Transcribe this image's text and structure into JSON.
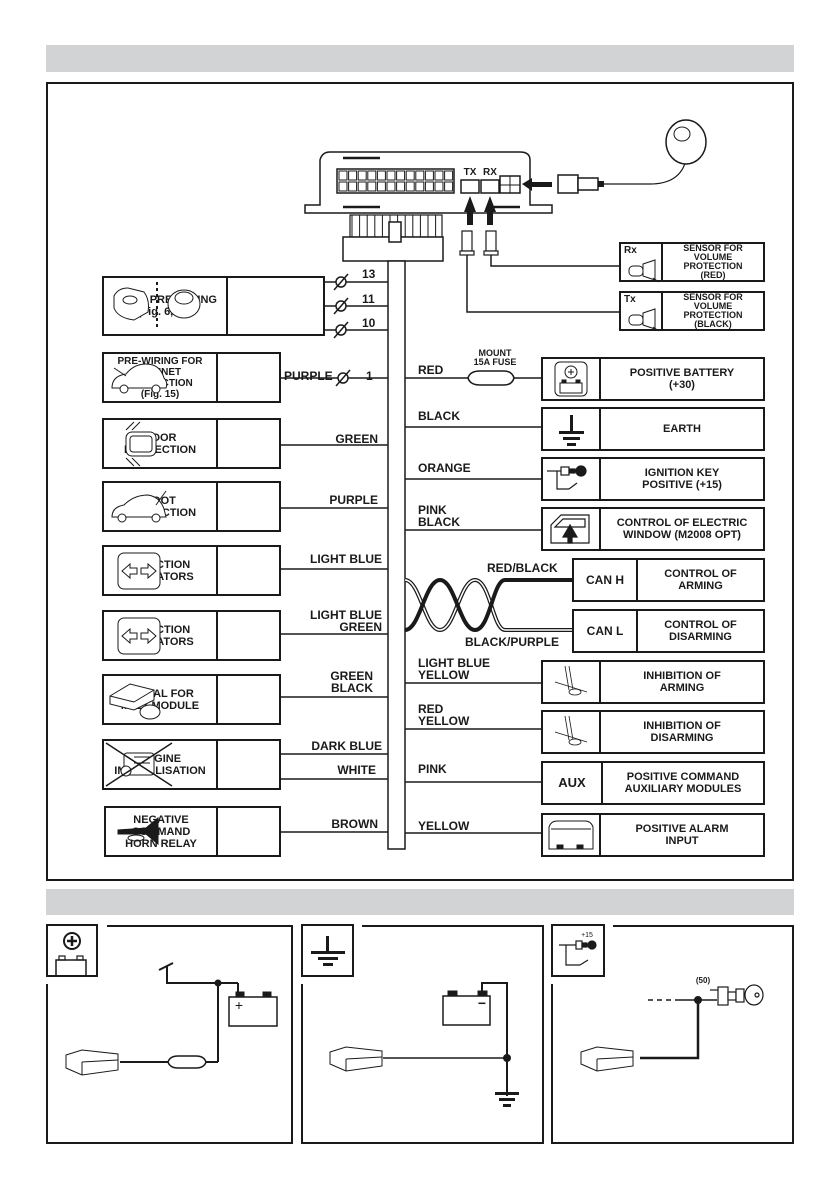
{
  "header_band": {
    "label": ""
  },
  "main_unit": {
    "tx_label": "TX",
    "rx_label": "RX"
  },
  "sensors": [
    {
      "tag": "Rx",
      "label": "SENSOR FOR\nVOLUME\nPROTECTION\n(RED)",
      "icon": "ultrasonic-sensor-icon"
    },
    {
      "tag": "Tx",
      "label": "SENSOR FOR\nVOLUME\nPROTECTION\n(BLACK)",
      "icon": "ultrasonic-sensor-icon"
    }
  ],
  "left_devices": [
    {
      "label": "SIREN PRE-WIRING\n(Fig. 6,7,8)",
      "icon": "siren-icon",
      "wires": [
        "13",
        "11",
        "10"
      ]
    },
    {
      "label": "PRE-WIRING FOR\nBONNET\nPROTECTION\n(Fig. 15)",
      "icon": "car-bonnet-icon",
      "wire": "PURPLE",
      "pin": "1"
    },
    {
      "label": "DOOR\nPROTECTION",
      "icon": "car-doors-icon",
      "wire": "GREEN"
    },
    {
      "label": "BOOT\nPROTECTION",
      "icon": "car-boot-icon",
      "wire": "PURPLE"
    },
    {
      "label": "DIRECTION\nINDICATORS",
      "icon": "direction-arrows-icon",
      "wire": "LIGHT BLUE"
    },
    {
      "label": "DIRECTION\nINDICATORS",
      "icon": "direction-arrows-icon",
      "wire": "LIGHT BLUE\nGREEN"
    },
    {
      "label": "SIGNAL FOR\nM327 MODULE",
      "icon": "module-icon",
      "wire": "GREEN\nBLACK"
    },
    {
      "label": "ENGINE\nIMMOBILISATION",
      "icon": "engine-crossed-icon",
      "wires": [
        "DARK BLUE",
        "WHITE"
      ]
    },
    {
      "label": "NEGATIVE\nCOMMAND\nHORN RELAY",
      "icon": "horn-icon",
      "wire": "BROWN"
    }
  ],
  "right_devices": [
    {
      "wire": "RED",
      "fuse": "MOUNT\n15A FUSE",
      "icon": "battery-positive-icon",
      "label": "POSITIVE BATTERY\n(+30)"
    },
    {
      "wire": "BLACK",
      "icon": "earth-icon",
      "label": "EARTH"
    },
    {
      "wire": "ORANGE",
      "icon": "ignition-key-icon",
      "label": "IGNITION KEY\nPOSITIVE (+15)"
    },
    {
      "wire": "PINK\nBLACK",
      "icon": "electric-window-icon",
      "label": "CONTROL OF ELECTRIC\nWINDOW (M2008 OPT)"
    },
    {
      "wire": "RED/BLACK",
      "tag": "CAN H",
      "label": "CONTROL OF\nARMING"
    },
    {
      "wire": "BLACK/PURPLE",
      "tag": "CAN L",
      "label": "CONTROL OF\nDISARMING"
    },
    {
      "wire": "LIGHT BLUE\nYELLOW",
      "icon": "bonnet-switch-icon",
      "label": "INHIBITION OF\nARMING"
    },
    {
      "wire": "RED\nYELLOW",
      "icon": "bonnet-switch-icon",
      "label": "INHIBITION OF\nDISARMING"
    },
    {
      "wire": "PINK",
      "tag": "AUX",
      "label": "POSITIVE COMMAND\nAUXILIARY MODULES"
    },
    {
      "wire": "YELLOW",
      "icon": "alarm-unit-icon",
      "label": "POSITIVE ALARM\nINPUT"
    }
  ],
  "bottom_panels": [
    {
      "icon": "battery-positive-icon",
      "battery_sign": "+"
    },
    {
      "icon": "earth-icon",
      "battery_sign": "−"
    },
    {
      "icon": "ignition-key-icon",
      "icon_label": "+15",
      "key_label": "(50)"
    }
  ]
}
